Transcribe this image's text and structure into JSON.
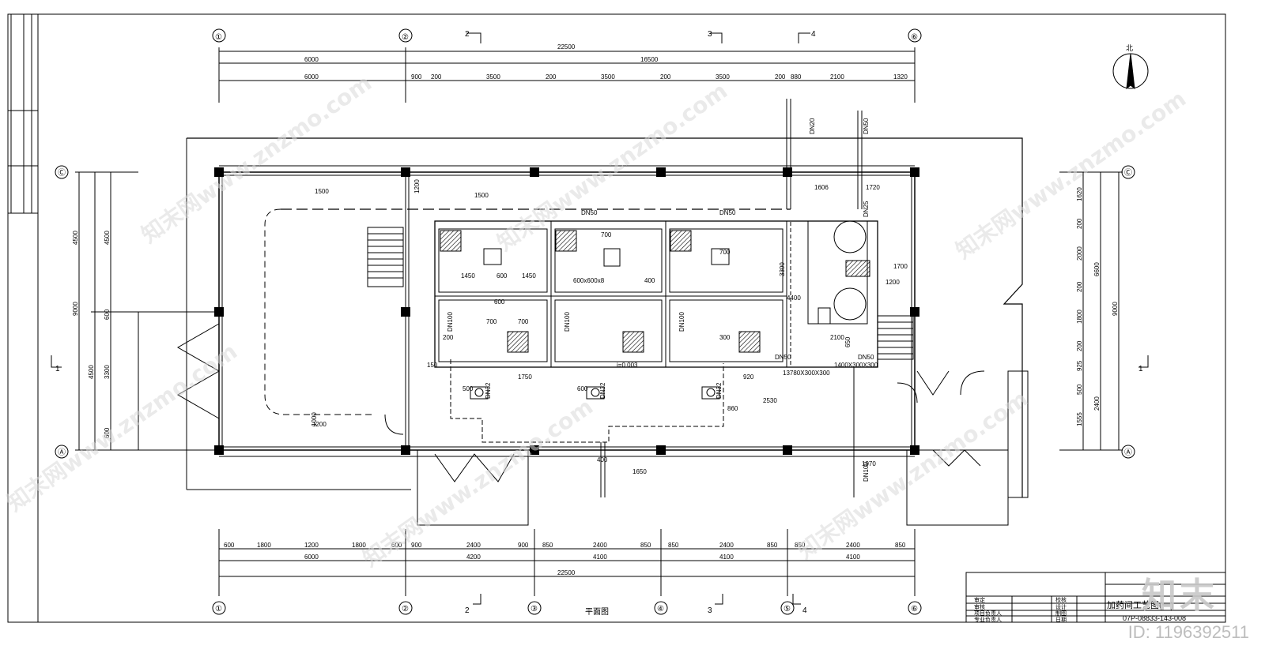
{
  "drawing": {
    "north_label": "北",
    "plan_label": "平面图",
    "axes_top": [
      "①",
      "②",
      "⑥"
    ],
    "axes_bottom": [
      "①",
      "②",
      "③",
      "④",
      "⑤",
      "⑥"
    ],
    "axes_side": [
      "Ⓒ",
      "Ⓐ"
    ],
    "section_marks": [
      "1",
      "2",
      "3",
      "4"
    ],
    "dims_top_total": "22500",
    "dims_top_row2": [
      "6000",
      "16500"
    ],
    "dims_top_row3": [
      "6000",
      "900",
      "200",
      "3500",
      "200",
      "3500",
      "200",
      "3500",
      "200",
      "880",
      "2100",
      "1320"
    ],
    "dims_bottom_row1": [
      "600",
      "1800",
      "1200",
      "1800",
      "600",
      "900",
      "2400",
      "900",
      "850",
      "2400",
      "850",
      "850",
      "2400",
      "850",
      "850",
      "2400",
      "850"
    ],
    "dims_bottom_row2": [
      "6000",
      "4200",
      "4100",
      "4100",
      "4100"
    ],
    "dims_bottom_total": "22500",
    "dims_left": [
      "4500",
      "4500",
      "9000",
      "600",
      "3300",
      "4500",
      "600"
    ],
    "dims_right": [
      "1620",
      "200",
      "2000",
      "200",
      "1800",
      "200",
      "925",
      "500",
      "1555",
      "6600",
      "2400",
      "9000"
    ],
    "pipe_labels": [
      "DN50",
      "DN50",
      "DN50",
      "DN50",
      "DN100",
      "DN100",
      "DN100",
      "DN32",
      "DN32",
      "DN32",
      "DN20",
      "DN50",
      "DN100",
      "DN25"
    ],
    "room_dims": [
      "1500",
      "1200",
      "1200",
      "1500",
      "1000",
      "700",
      "700",
      "700",
      "700",
      "600",
      "1450",
      "600",
      "1450",
      "600x600x8",
      "400",
      "200",
      "300",
      "150",
      "1750",
      "500",
      "600",
      "920",
      "2530",
      "860",
      "1970",
      "1650",
      "400",
      "1606",
      "1720",
      "1700",
      "1200",
      "2100",
      "650",
      "3300",
      "4400",
      "i=0.003",
      "13780X300X300",
      "1400X300X300"
    ]
  },
  "title_block": {
    "project_title": "加药间工艺图(一)",
    "drawing_no": "07P-08833-143-008",
    "rows": [
      "审定",
      "审核",
      "项目负责人",
      "专业负责人"
    ],
    "rows_right": [
      "校核",
      "设计",
      "制图",
      "日期"
    ]
  },
  "watermarks": {
    "site": "知末网www.znzmo.com",
    "brand": "知末",
    "id": "ID: 1196392511"
  }
}
